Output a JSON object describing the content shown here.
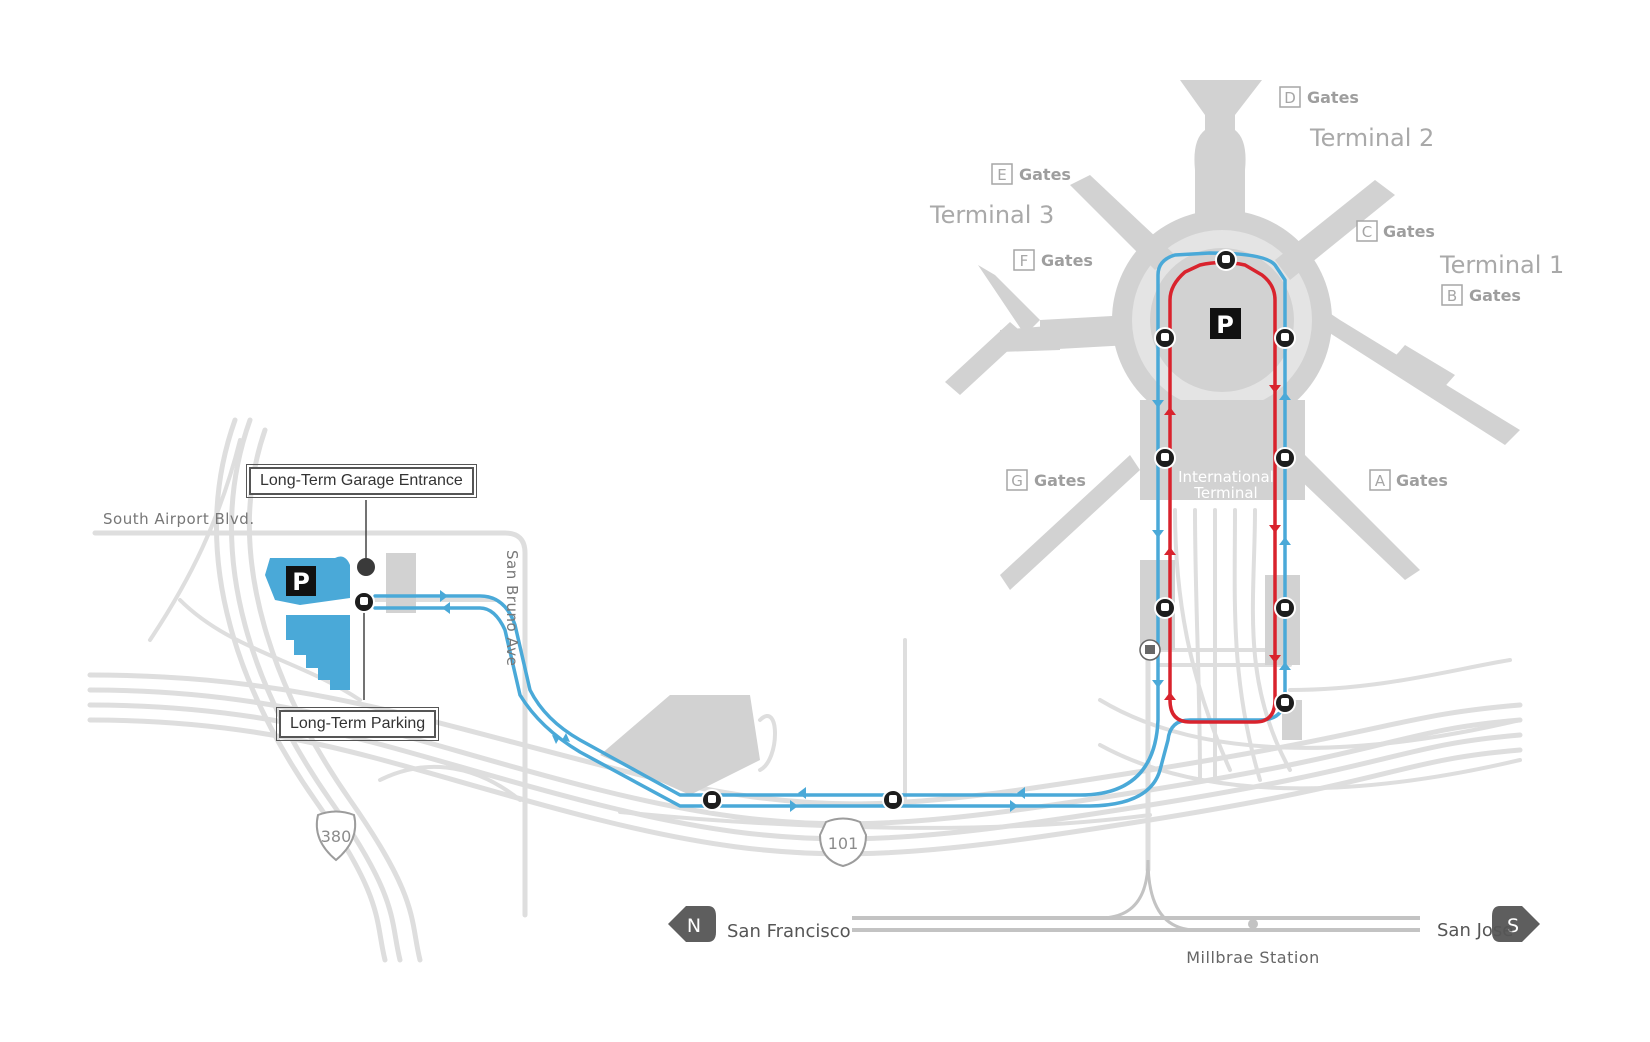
{
  "terminals": {
    "t1": "Terminal 1",
    "t2": "Terminal 2",
    "t3": "Terminal 3",
    "intl_line1": "International",
    "intl_line2": "Terminal"
  },
  "gates": [
    {
      "letter": "A",
      "label": "Gates"
    },
    {
      "letter": "B",
      "label": "Gates"
    },
    {
      "letter": "C",
      "label": "Gates"
    },
    {
      "letter": "D",
      "label": "Gates"
    },
    {
      "letter": "E",
      "label": "Gates"
    },
    {
      "letter": "F",
      "label": "Gates"
    },
    {
      "letter": "G",
      "label": "Gates"
    }
  ],
  "parking_symbol": "P",
  "callouts": {
    "garage_entrance": "Long-Term Garage Entrance",
    "long_term_parking": "Long-Term Parking"
  },
  "streets": {
    "south_airport": "South Airport Blvd.",
    "san_bruno": "San Bruno Ave"
  },
  "highways": {
    "i380": "380",
    "us101": "101"
  },
  "compass": {
    "north_letter": "N",
    "north_label": "San Francisco",
    "south_letter": "S",
    "south_label": "San Jose"
  },
  "bart_station": "Millbrae Station",
  "colors": {
    "blue_line": "#4aa9d8",
    "red_line": "#d9232d",
    "parking_blue": "#4aa9d8",
    "buildings": "#d2d2d2"
  }
}
